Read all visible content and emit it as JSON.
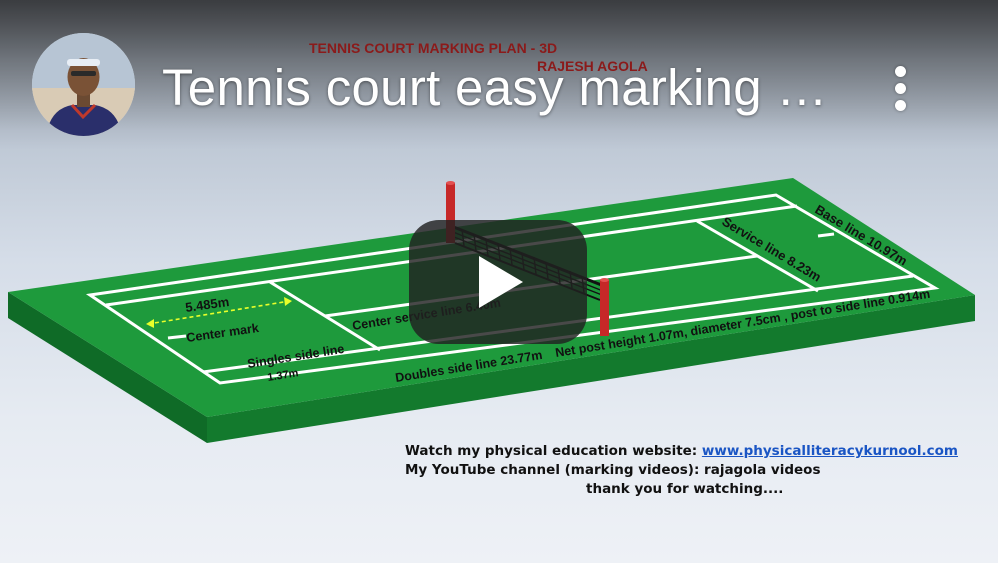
{
  "video": {
    "title": "Tennis court easy marking …",
    "menu_icon": "more-vert-icon",
    "play_icon": "play-icon"
  },
  "plan": {
    "title": "TENNIS COURT MARKING PLAN - 3D",
    "author": "RAJESH AGOLA"
  },
  "court_labels": {
    "base_line": "Base line 10.97m",
    "service_line": "Service line 8.23m",
    "center_service_line": "Center service  line 6.40m",
    "center_mark": "Center mark",
    "width_measure": "5.485m",
    "singles_side_line": "Singles side line",
    "alley_width": "1.37m",
    "doubles_side_line": "Doubles side line 23.77m",
    "net_post": "Net post height  1.07m, diameter 7.5cm , post to side line 0.914m"
  },
  "info": {
    "website_prefix": "Watch my physical education website: ",
    "website_link": "www.physicalliteracykurnool.com",
    "channel": "My YouTube channel (marking videos): rajagola videos",
    "thanks": "thank you for watching...."
  },
  "colors": {
    "court_green": "#1e9a3c",
    "court_side": "#0f6b27",
    "net_post_red": "#c62828",
    "title_red": "#8b1a1a",
    "link_blue": "#1a55c4"
  }
}
